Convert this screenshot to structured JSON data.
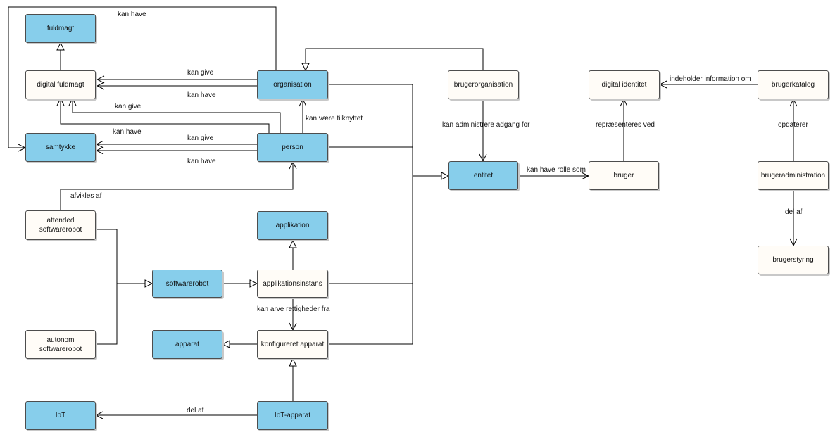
{
  "colors": {
    "class_fill": "#87ceeb",
    "plain_fill": "#fffcf7",
    "line": "#000000"
  },
  "nodes": {
    "fuldmagt": "fuldmagt",
    "digital_fuldmagt": "digital fuldmagt",
    "samtykke": "samtykke",
    "organisation": "organisation",
    "person": "person",
    "attended_softwarerobot": "attended\nsoftwarerobot",
    "autonom_softwarerobot": "autonom\nsoftwarerobot",
    "softwarerobot": "softwarerobot",
    "applikation": "applikation",
    "applikationsinstans": "applikationsinstans",
    "apparat": "apparat",
    "konfigureret_apparat": "konfigureret apparat",
    "iot": "IoT",
    "iot_apparat": "IoT-apparat",
    "brugerorganisation": "brugerorganisation",
    "entitet": "entitet",
    "bruger": "bruger",
    "digital_identitet": "digital identitet",
    "brugerkatalog": "brugerkatalog",
    "brugeradministration": "brugeradministration",
    "brugerstyring": "brugerstyring"
  },
  "labels": {
    "kan_have_top": "kan have",
    "kan_give_org": "kan give",
    "kan_have_org": "kan have",
    "kan_give_person": "kan give",
    "kan_have_samtykke": "kan have",
    "kan_give_samtykke": "kan give",
    "kan_have_samtykke2": "kan have",
    "kan_vaere_tilknyttet": "kan være tilknyttet",
    "afvikles_af": "afvikles af",
    "kan_arve": "kan arve rettigheder fra",
    "del_af_iot": "del af",
    "kan_administrere": "kan administrere adgang for",
    "kan_have_rolle": "kan have rolle som",
    "repraesenteres_ved": "repræsenteres ved",
    "indeholder_information": "indeholder information om",
    "opdaterer": "opdaterer",
    "del_af_styring": "del af"
  }
}
